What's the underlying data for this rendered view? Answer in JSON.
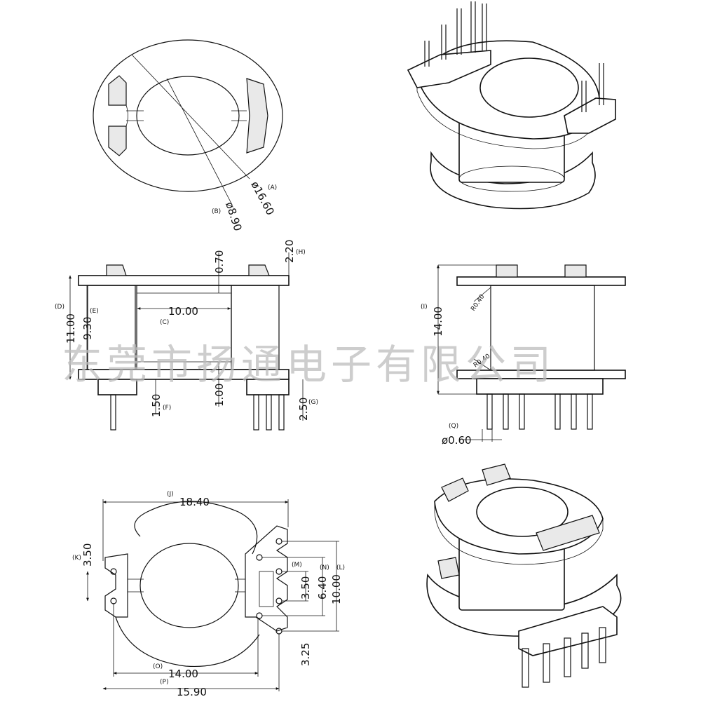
{
  "watermark": "东莞市扬通电子有限公司",
  "top_view": {
    "dims": [
      {
        "tag": "(A)",
        "value": "ø16.60"
      },
      {
        "tag": "(B)",
        "value": "ø8.90"
      }
    ]
  },
  "side_view": {
    "dims": [
      {
        "tag": "",
        "value": "0.70"
      },
      {
        "tag": "(H)",
        "value": "2.20"
      },
      {
        "tag": "(D)",
        "value": "11.00"
      },
      {
        "tag": "(E)",
        "value": "9.30"
      },
      {
        "tag": "(C)",
        "value": "10.00"
      },
      {
        "tag": "(F)",
        "value": "1.50"
      },
      {
        "tag": "",
        "value": "1.00"
      },
      {
        "tag": "(G)",
        "value": "2.50"
      }
    ]
  },
  "front_view": {
    "dims": [
      {
        "tag": "(I)",
        "value": "14.00"
      },
      {
        "tag": "",
        "value": "R0.40"
      },
      {
        "tag": "",
        "value": "R0.40"
      },
      {
        "tag": "(Q)",
        "value": "ø0.60"
      }
    ]
  },
  "bottom_view": {
    "dims": [
      {
        "tag": "(J)",
        "value": "18.40"
      },
      {
        "tag": "(K)",
        "value": "3.50"
      },
      {
        "tag": "(M)",
        "value": "3.50"
      },
      {
        "tag": "(N)",
        "value": "6.40"
      },
      {
        "tag": "(L)",
        "value": "10.00"
      },
      {
        "tag": "",
        "value": "3.25"
      },
      {
        "tag": "(O)",
        "value": "14.00"
      },
      {
        "tag": "(P)",
        "value": "15.90"
      }
    ]
  }
}
